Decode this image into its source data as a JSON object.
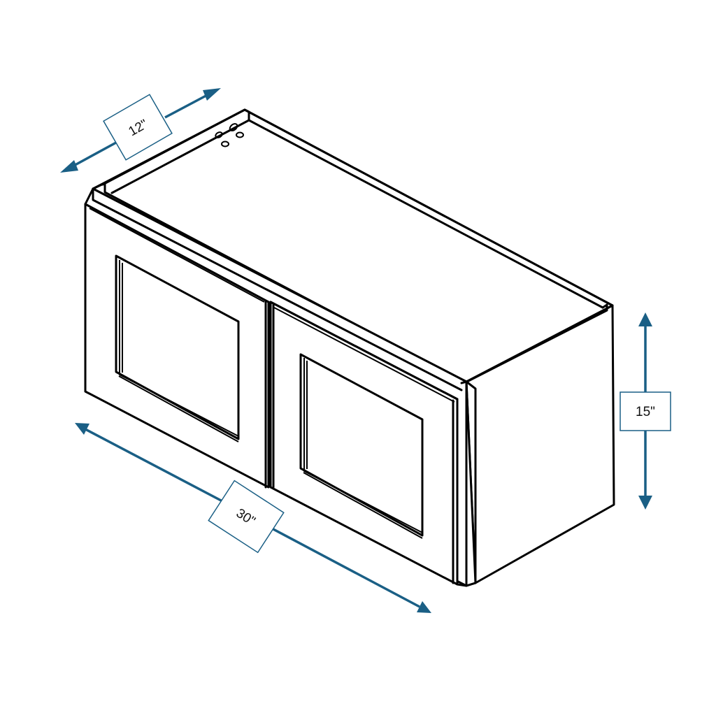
{
  "diagram": {
    "subject": "Double-door wall cabinet (isometric line drawing)",
    "colors": {
      "outline": "#000000",
      "dimension": "#1a5f85",
      "background": "#ffffff"
    },
    "dimensions": {
      "depth": {
        "label": "12\"",
        "axis": "depth"
      },
      "height": {
        "label": "15\"",
        "axis": "height"
      },
      "width": {
        "label": "30\"",
        "axis": "width"
      }
    },
    "doors": [
      {
        "name": "left-door"
      },
      {
        "name": "right-door"
      }
    ]
  }
}
